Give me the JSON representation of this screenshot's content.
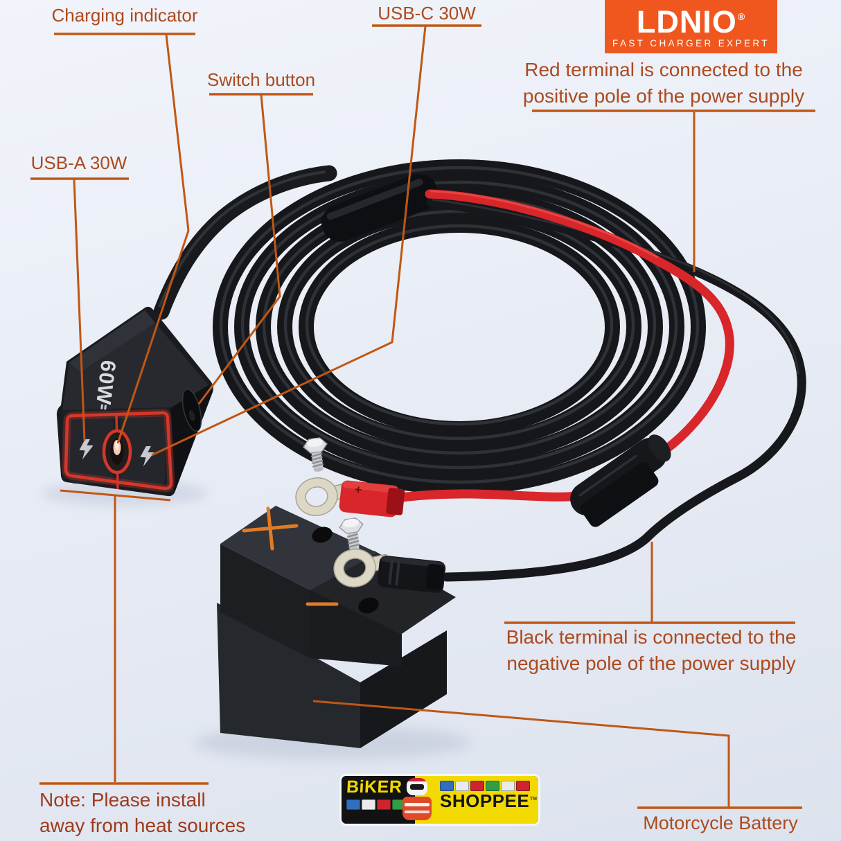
{
  "page": {
    "type": "product-infographic"
  },
  "colors": {
    "bg_top": "#f1f4fa",
    "bg_mid": "#e8ecf5",
    "bg_bottom": "#dde3ee",
    "accent_line": "#c05714",
    "label_text": "#ac4a1e",
    "note_text": "#9e3a1d",
    "brand_bg": "#f0571f",
    "brand_fg": "#ffffff",
    "cable_red": "#d8262b",
    "cable_black": "#17181b",
    "indicator_red": "#d5372a",
    "battery_mark": "#e27a26",
    "logo_yellow": "#f2da00"
  },
  "brand": {
    "name": "LDNIO",
    "registered": "®",
    "tagline": "FAST CHARGER EXPERT"
  },
  "callouts": {
    "charging_indicator": "Charging indicator",
    "usb_c": "USB-C 30W",
    "usb_a": "USB-A 30W",
    "switch_button": "Switch button",
    "red_terminal": {
      "line1": "Red terminal is connected to the",
      "line2": "positive pole of the power supply"
    },
    "black_terminal": {
      "line1": "Black terminal is connected to the",
      "line2": "negative pole of the power supply"
    },
    "note": {
      "line1": "Note: Please install",
      "line2": "away from heat sources"
    },
    "motorcycle_battery": "Motorcycle Battery"
  },
  "device": {
    "wattage": "60W"
  },
  "marks": {
    "plus": "+",
    "minus": "−"
  },
  "footer_logo": {
    "word1": "BiKER",
    "word2": "SHOPPEE",
    "trademark": "TM"
  }
}
